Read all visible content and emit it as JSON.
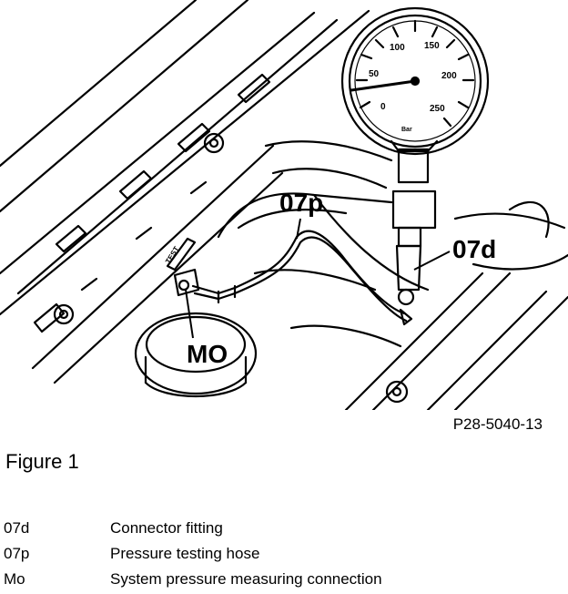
{
  "illustration": {
    "callouts": {
      "connector": "07d",
      "hose": "07p",
      "connection": "MO"
    },
    "gauge_labels": [
      "0",
      "50",
      "100",
      "150",
      "200",
      "250"
    ],
    "gauge_unit": "Bar",
    "label_tag": "TEST"
  },
  "figure_ref": "P28-5040-13",
  "figure_title": "Figure 1",
  "legend": [
    {
      "code": "07d",
      "description": "Connector fitting"
    },
    {
      "code": "07p",
      "description": "Pressure testing hose"
    },
    {
      "code": "Mo",
      "description": "System pressure measuring connection"
    }
  ]
}
